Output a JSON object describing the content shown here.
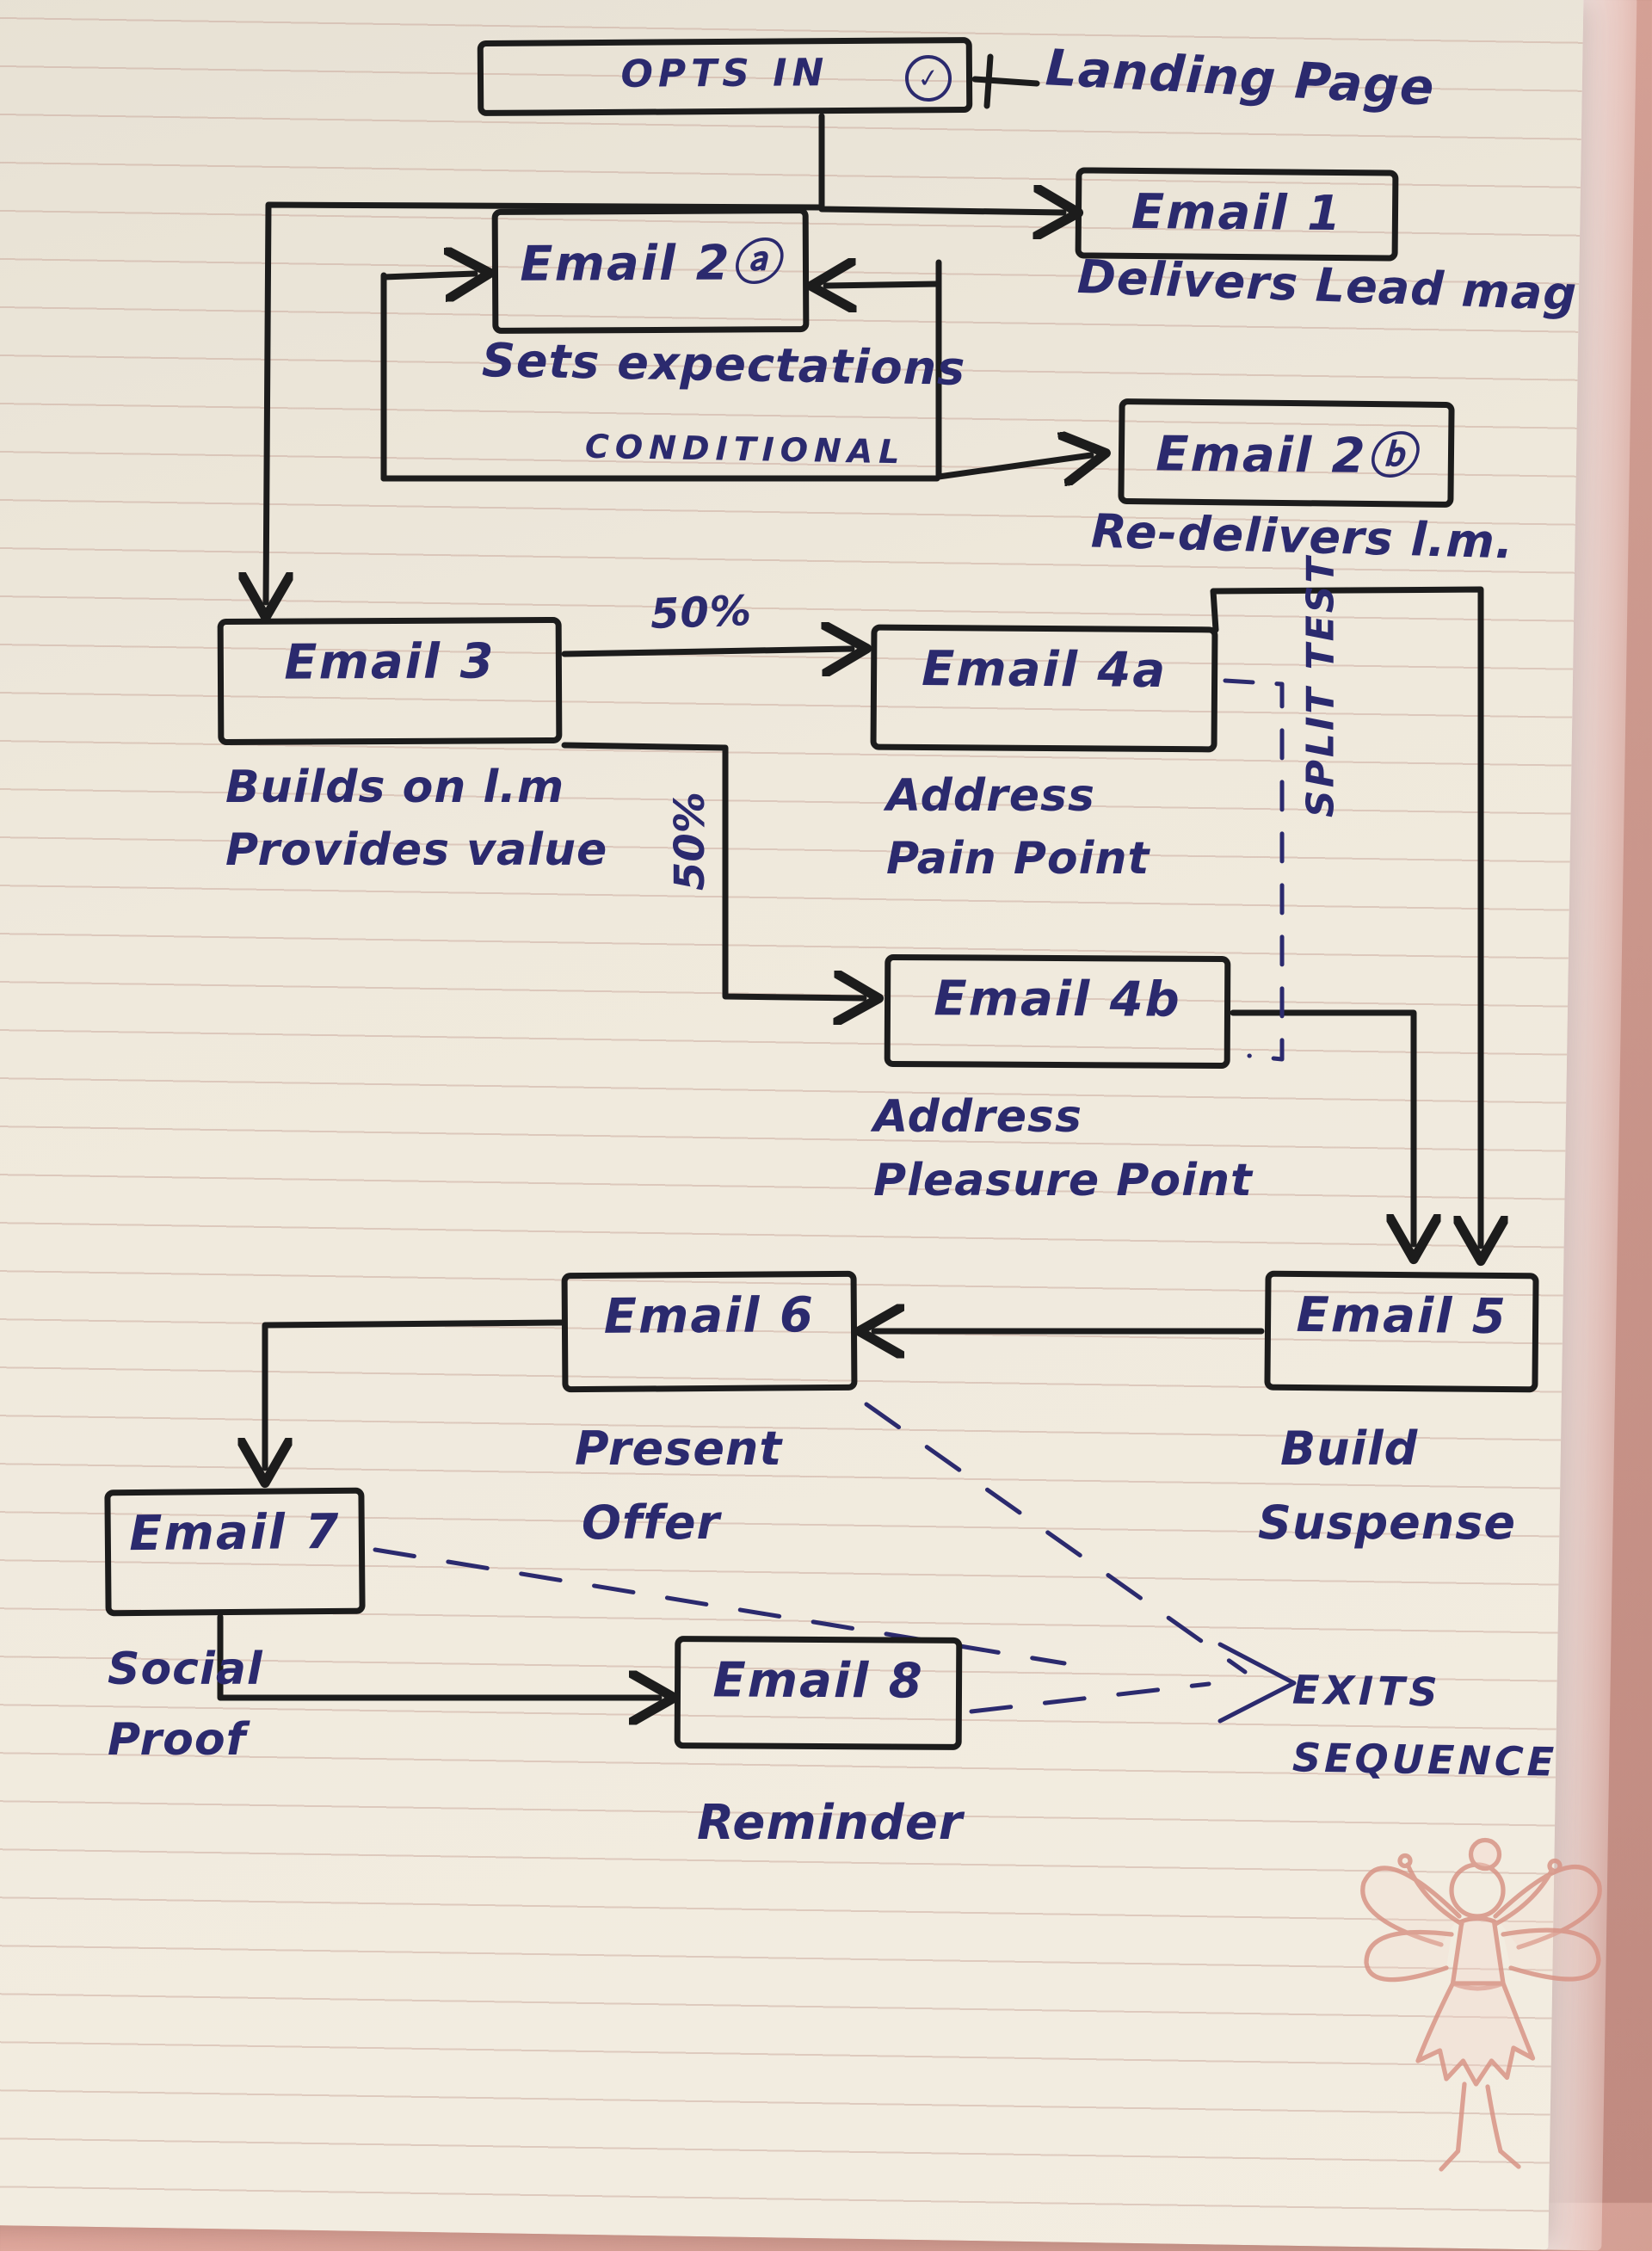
{
  "nodes": {
    "opts_in": {
      "label": "OPTS IN"
    },
    "email_1": {
      "label": "Email 1"
    },
    "email_2a": {
      "label": "Email 2ⓐ"
    },
    "email_2b": {
      "label": "Email 2ⓑ"
    },
    "email_3": {
      "label": "Email 3"
    },
    "email_4a": {
      "label": "Email 4a"
    },
    "email_4b": {
      "label": "Email 4b"
    },
    "email_5": {
      "label": "Email 5"
    },
    "email_6": {
      "label": "Email 6"
    },
    "email_7": {
      "label": "Email 7"
    },
    "email_8": {
      "label": "Email 8"
    }
  },
  "badges": {
    "opt_in_check": "✓"
  },
  "captions": {
    "landing_page": "Landing Page",
    "email_1": "Delivers Lead mag",
    "email_2a": "Sets expectations",
    "conditional": "CONDITIONAL",
    "email_2b": "Re-delivers l.m.",
    "email_3": [
      "Builds on l.m",
      "Provides value"
    ],
    "split_top": "50%",
    "split_side": "50%",
    "email_4a": [
      "Address",
      "Pain Point"
    ],
    "split_test": "SPLIT TEST",
    "email_4b": [
      "Address",
      "Pleasure Point"
    ],
    "email_5": [
      "Build",
      "Suspense"
    ],
    "email_6": [
      "Present",
      "Offer"
    ],
    "email_7": [
      "Social",
      "Proof"
    ],
    "email_8": "Reminder",
    "exit": [
      "EXITS",
      "SEQUENCE"
    ]
  },
  "colors": {
    "ink_blue": "#2b2a6e",
    "marker_black": "#1c1c1c",
    "paper": "#efe9dc",
    "desk_pink": "#cf9c91"
  }
}
